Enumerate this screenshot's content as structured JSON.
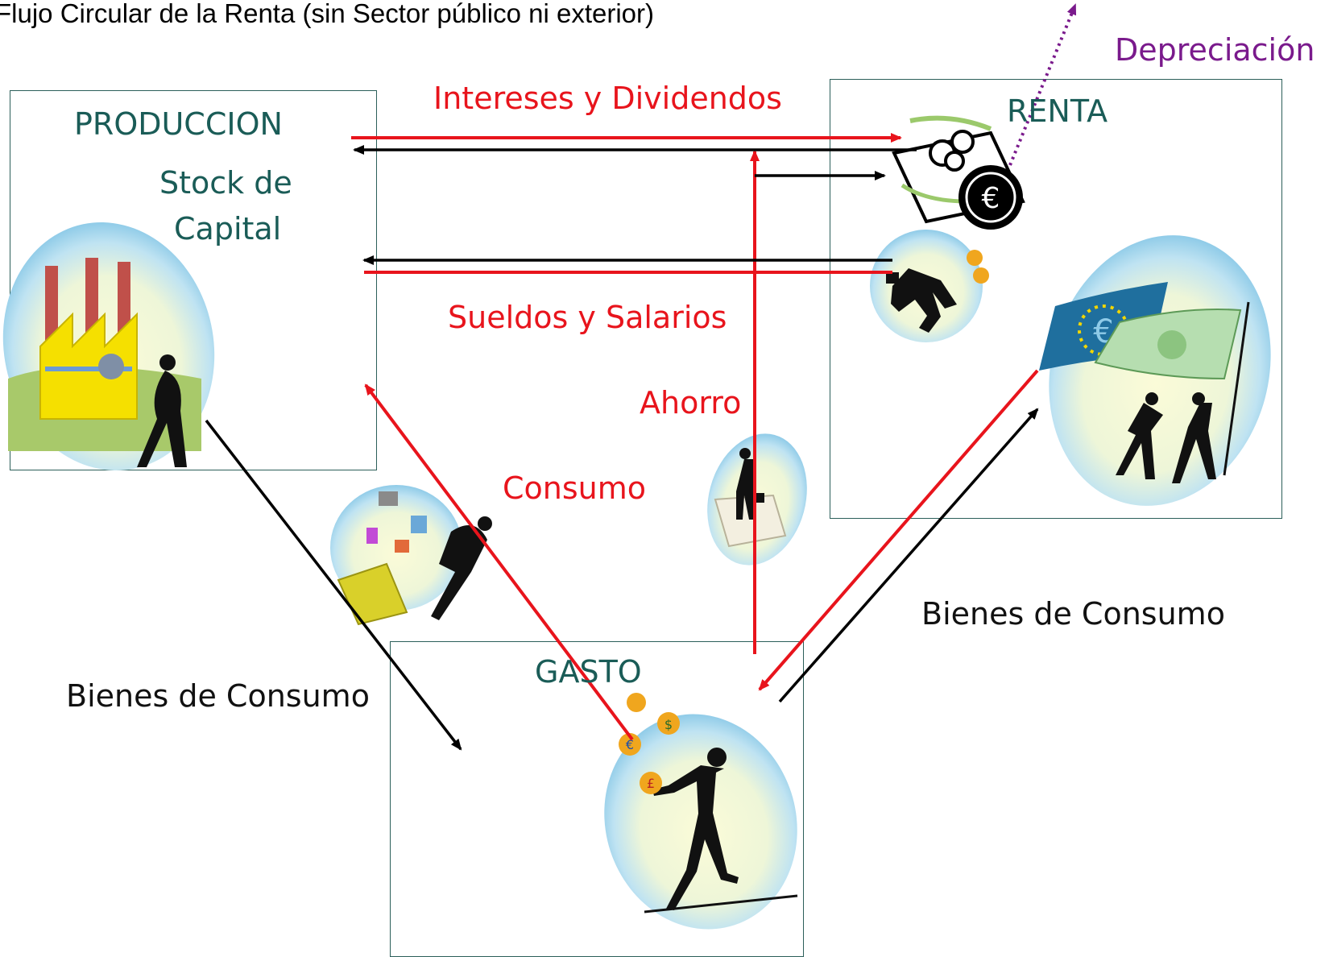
{
  "title": "Flujo Circular de la Renta (sin Sector público ni exterior)",
  "nodes": {
    "produccion": {
      "label": "PRODUCCION",
      "sublabel_line1": "Stock de",
      "sublabel_line2": "Capital"
    },
    "renta": {
      "label": "RENTA"
    },
    "gasto": {
      "label": "GASTO"
    }
  },
  "flows": {
    "intereses": "Intereses y Dividendos",
    "sueldos": "Sueldos y Salarios",
    "ahorro": "Ahorro",
    "consumo": "Consumo",
    "bienes_left": "Bienes de Consumo",
    "bienes_right": "Bienes de Consumo",
    "depreciacion": "Depreciación"
  },
  "colors": {
    "money_flow": "#e8141c",
    "goods_flow": "#000000",
    "depreciation": "#7a1a8c",
    "box_border": "#2c5f5a",
    "label_teal": "#1a5c57"
  }
}
